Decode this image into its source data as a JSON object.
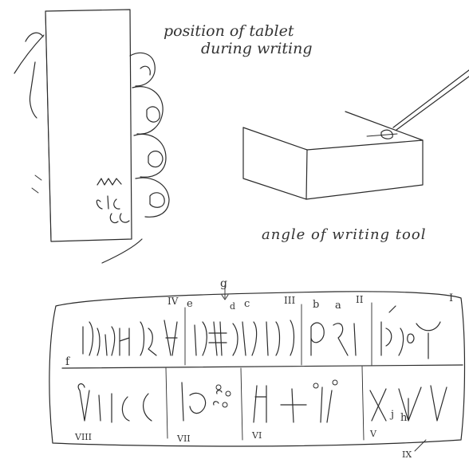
{
  "captions": {
    "position": [
      "position of tablet",
      "during writing"
    ],
    "angle": "angle of writing tool"
  },
  "labels": {
    "g": "g",
    "a": "a",
    "b": "b",
    "c": "c",
    "d": "d",
    "e": "e",
    "f": "f",
    "h": "h",
    "j": "j",
    "I": "I",
    "II": "II",
    "III": "III",
    "IV": "IV",
    "V": "V",
    "VI": "VI",
    "VII": "VII",
    "VIII": "VIII",
    "IX": "IX"
  }
}
